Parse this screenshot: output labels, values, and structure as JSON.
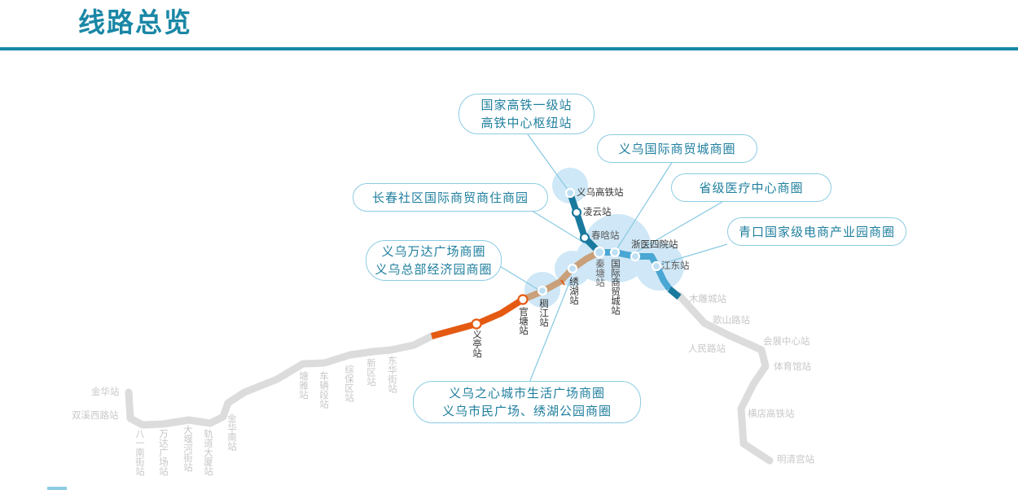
{
  "header": {
    "title": "线路总览"
  },
  "colors": {
    "accent": "#1a87a6",
    "callout_border": "#8ccbe3",
    "line_blue_dark": "#1a7a9e",
    "line_blue_light": "#4aa6d2",
    "line_brown": "#c9a07a",
    "line_orange": "#e55a13",
    "line_grey": "#dcdcdc",
    "halo": "#bfe0f4"
  },
  "callouts": [
    {
      "id": "hsr-hub",
      "lines": [
        "国家高铁一级站",
        "高铁中心枢纽站"
      ]
    },
    {
      "id": "yiwu-trade-city",
      "lines": [
        "义乌国际商贸城商圈"
      ]
    },
    {
      "id": "changchun",
      "lines": [
        "长春社区国际商贸商住商园"
      ]
    },
    {
      "id": "medical",
      "lines": [
        "省级医疗中心商圈"
      ]
    },
    {
      "id": "qingkou",
      "lines": [
        "青口国家级电商产业园商圈"
      ]
    },
    {
      "id": "wanda",
      "lines": [
        "义乌万达广场商圈",
        "义乌总部经济园商圈"
      ]
    },
    {
      "id": "city-heart",
      "lines": [
        "义乌之心城市生活广场商圈",
        "义乌市民广场、绣湖公园商圈"
      ]
    }
  ],
  "stations": {
    "active": [
      {
        "name": "义乌高铁站"
      },
      {
        "name": "凌云站"
      },
      {
        "name": "春晗站"
      },
      {
        "name": "秦塘站"
      },
      {
        "name": "国际商贸城站"
      },
      {
        "name": "浙医四院站"
      },
      {
        "name": "江东站"
      },
      {
        "name": "绣湖站"
      },
      {
        "name": "稠江站"
      },
      {
        "name": "官塘站"
      },
      {
        "name": "义亭站"
      }
    ],
    "inactive_west": [
      {
        "name": "金华站"
      },
      {
        "name": "双溪西路站"
      },
      {
        "name": "八一南街站"
      },
      {
        "name": "万达广场站"
      },
      {
        "name": "大堰河街站"
      },
      {
        "name": "轨道大厦站"
      },
      {
        "name": "金华南站"
      },
      {
        "name": "塘雅站"
      },
      {
        "name": "车辆段站"
      },
      {
        "name": "综保区站"
      },
      {
        "name": "新区站"
      },
      {
        "name": "东华街站"
      }
    ],
    "inactive_east": [
      {
        "name": "木雕城站"
      },
      {
        "name": "歌山路站"
      },
      {
        "name": "人民路站"
      },
      {
        "name": "会展中心站"
      },
      {
        "name": "体育馆站"
      },
      {
        "name": "横店高铁站"
      },
      {
        "name": "明清宫站"
      }
    ]
  }
}
